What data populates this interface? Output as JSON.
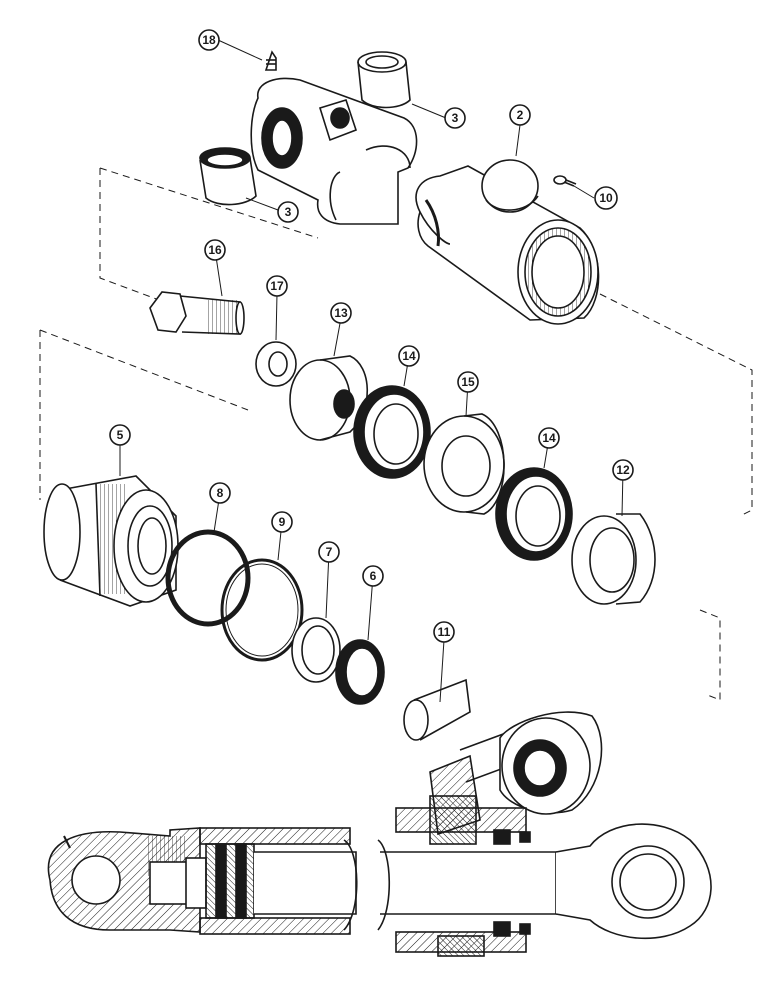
{
  "callouts": [
    {
      "id": "c18",
      "label": "18"
    },
    {
      "id": "c3a",
      "label": "3"
    },
    {
      "id": "c2",
      "label": "2"
    },
    {
      "id": "c10",
      "label": "10"
    },
    {
      "id": "c3b",
      "label": "3"
    },
    {
      "id": "c16",
      "label": "16"
    },
    {
      "id": "c17",
      "label": "17"
    },
    {
      "id": "c13",
      "label": "13"
    },
    {
      "id": "c14a",
      "label": "14"
    },
    {
      "id": "c15",
      "label": "15"
    },
    {
      "id": "c14b",
      "label": "14"
    },
    {
      "id": "c12",
      "label": "12"
    },
    {
      "id": "c5",
      "label": "5"
    },
    {
      "id": "c8",
      "label": "8"
    },
    {
      "id": "c9",
      "label": "9"
    },
    {
      "id": "c7",
      "label": "7"
    },
    {
      "id": "c6",
      "label": "6"
    },
    {
      "id": "c11",
      "label": "11"
    }
  ],
  "colors": {
    "ink": "#1a1a1a",
    "paper": "#ffffff"
  }
}
